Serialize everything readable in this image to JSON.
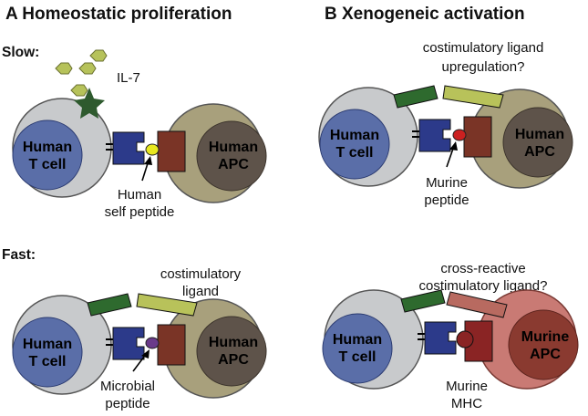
{
  "panel_a": {
    "title": "A  Homeostatic proliferation",
    "slow": {
      "heading": "Slow:",
      "cytokine": "IL-7",
      "tcell": [
        "Human",
        "T cell"
      ],
      "apc": [
        "Human",
        "APC"
      ],
      "peptide": [
        "Human",
        "self peptide"
      ]
    },
    "fast": {
      "heading": "Fast:",
      "costim": [
        "costimulatory",
        "ligand"
      ],
      "tcell": [
        "Human",
        "T cell"
      ],
      "apc": [
        "Human",
        "APC"
      ],
      "peptide": [
        "Microbial",
        "peptide"
      ]
    }
  },
  "panel_b": {
    "title": "B  Xenogeneic activation",
    "top": {
      "question": [
        "costimulatory ligand",
        "upregulation?"
      ],
      "tcell": [
        "Human",
        "T cell"
      ],
      "apc": [
        "Human",
        "APC"
      ],
      "peptide": [
        "Murine",
        "peptide"
      ]
    },
    "bottom": {
      "question": [
        "cross-reactive",
        "costimulatory ligand?"
      ],
      "tcell": [
        "Human",
        "T cell"
      ],
      "apc": [
        "Murine",
        "APC"
      ],
      "mhc": [
        "Murine",
        "MHC"
      ]
    }
  },
  "colors": {
    "tcell_outer": "#c8cacc",
    "tcell_nucleus": "#5a6ea8",
    "human_apc_outer": "#a8a07c",
    "human_apc_nucleus": "#5e534a",
    "murine_apc_outer": "#c97a74",
    "murine_apc_nucleus": "#8a3a30",
    "tcr": "#2c3a8a",
    "mhc": "#7a3426",
    "costim_receptor": "#2e6a2e",
    "costim_ligand": "#b8c25a",
    "cross_ligand": "#b86a60",
    "il7": "#b6c25a",
    "il7r": "#2e5a2e",
    "self_peptide": "#e8e820",
    "microbial_peptide": "#6a3a8a",
    "murine_peptide": "#cc2020"
  }
}
